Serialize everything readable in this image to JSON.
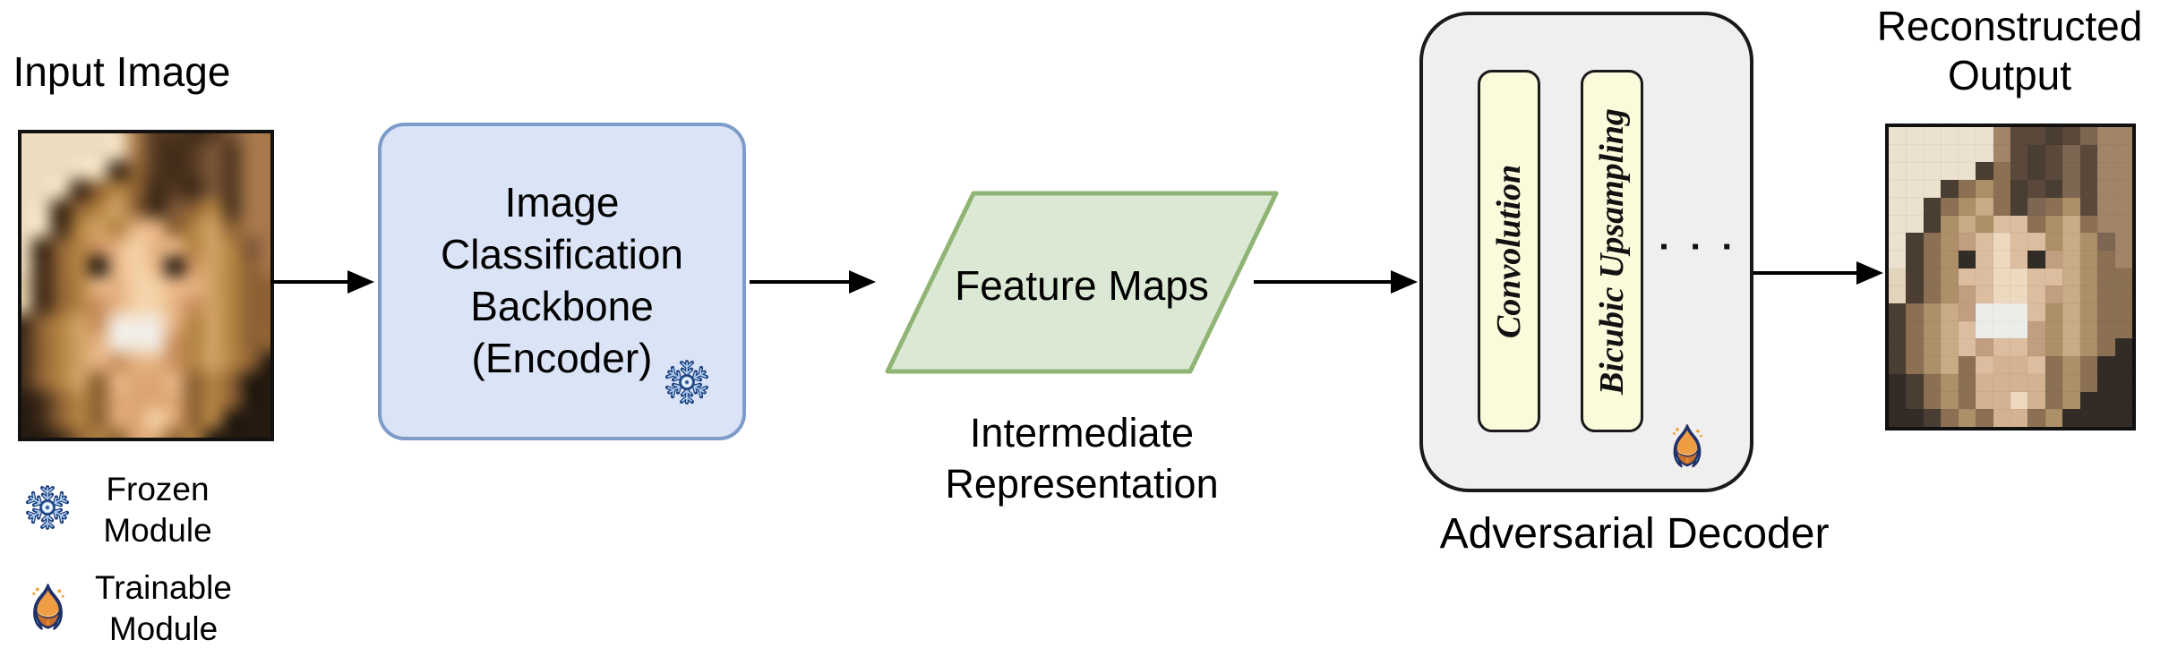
{
  "diagram": {
    "input": {
      "label": "Input Image"
    },
    "encoder": {
      "label": "Image\nClassification\nBackbone\n(Encoder)",
      "icon": "snowflake-icon"
    },
    "feature_maps": {
      "label": "Feature Maps"
    },
    "intermediate": {
      "label": "Intermediate\nRepresentation"
    },
    "decoder": {
      "label": "Adversarial Decoder",
      "layers": [
        "Convolution",
        "Bicubic Upsampling"
      ],
      "ellipsis": "▪ ▪ ▪",
      "icon": "flame-icon"
    },
    "output": {
      "label": "Reconstructed\nOutput"
    },
    "legend": {
      "frozen": {
        "icon": "snowflake-icon",
        "label": "Frozen\nModule"
      },
      "trainable": {
        "icon": "flame-icon",
        "label": "Trainable\nModule"
      }
    }
  },
  "colors": {
    "encoder_fill": "#dbe4f6",
    "encoder_border": "#7d9cc9",
    "featmap_fill": "#dbe8d4",
    "featmap_border": "#8fb474",
    "decoder_fill": "#efefef",
    "layer_fill": "#fbfbdc",
    "arrow": "#000000",
    "snowflake_fill": "#aecfee",
    "snowflake_stroke": "#1d3f7e",
    "flame_body": "#ef9d43",
    "flame_inner": "#c8702a",
    "flame_outline": "#203069",
    "flame_accent": "#43b5cf"
  },
  "portrait": {
    "cols": 14,
    "rows": 17,
    "palette": {
      "B": "#ecdcc0",
      "b": "#e2cdaa",
      "v": "#a3784f",
      "w": "#7a573a",
      "W": "#523924",
      "D": "#3f2c1b",
      "h": "#8a6238",
      "g": "#b08448",
      "H": "#cda269",
      "s": "#e2b488",
      "S": "#f2d2ac",
      "t": "#c79264",
      "e": "#231a12",
      "T": "#f1eae2",
      "n": "#d9a878",
      "k": "#241a11"
    },
    "grid": [
      "BBBBBBvWWDWwvv",
      "BBBBBBvWDWwWvv",
      "BBBBBDhWDWwWvv",
      "BBBDhghDWDwWvv",
      "BBDhgHhDwhgWvv",
      "BBDgHgsshgHhvv",
      "BDhgtsSssgHgwv",
      "BDhgesSsetHghv",
      "bDhgssSSssHghh",
      "bDhgtsSSstHghh",
      "DhgHtTTTsgHghh",
      "DhgHsTTTtgHghh",
      "DhgHstsstgHghk",
      "DhgHhsnnshghkk",
      "kDhghnnnnhghkk",
      "kDhghnnSnhgkkk",
      "kkDhghnnhgkkkk"
    ]
  }
}
